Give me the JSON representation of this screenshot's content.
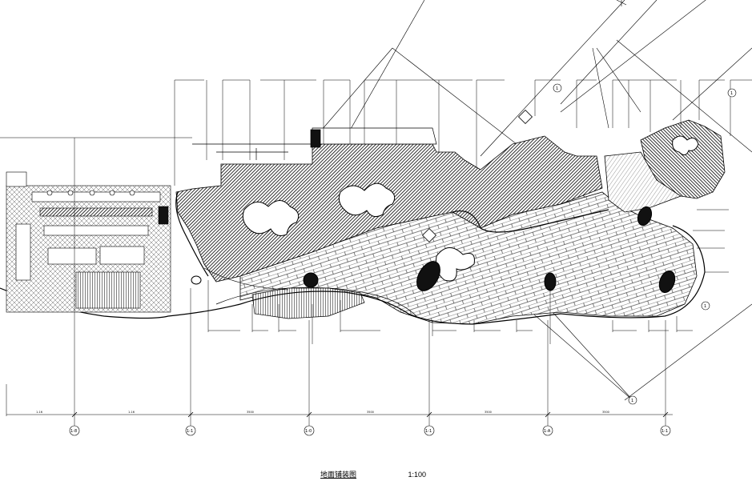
{
  "drawing": {
    "title": "地面铺装图",
    "scale": "1:100"
  },
  "grid_axes": {
    "bottom_labels": [
      "1-8",
      "1-1",
      "1-0",
      "1-1",
      "1-A",
      "1-1"
    ],
    "diagonal_labels": [
      "1",
      "1",
      "1",
      "1"
    ]
  },
  "dimension_texts": [
    "1-16",
    "1-16",
    "3500",
    "3500",
    "3500",
    "3500"
  ]
}
